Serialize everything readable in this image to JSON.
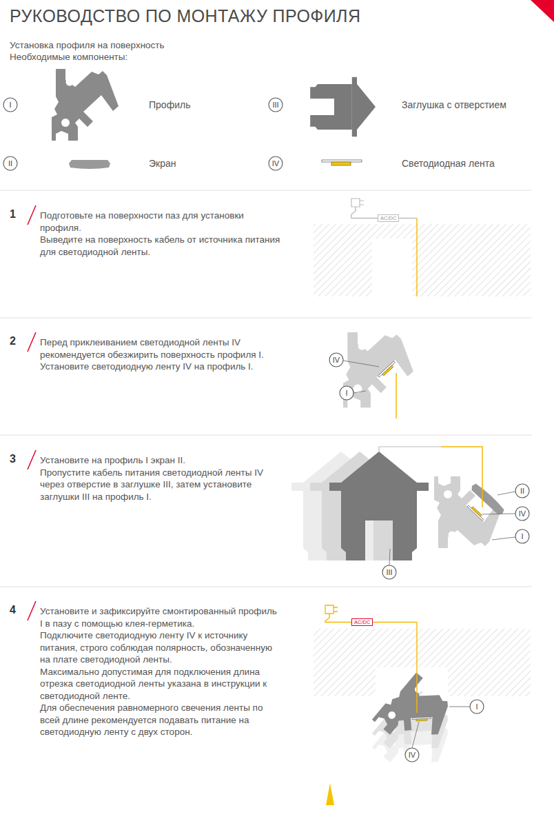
{
  "diagram": {
    "title": "РУКОВОДСТВО ПО МОНТАЖУ ПРОФИЛЯ",
    "nodes": [
      {
        "text": [
          "AC/DC"
        ]
      },
      {
        "text": [
          "AC/DC"
        ]
      }
    ],
    "labels": [
      "Установка профиля на поверхность",
      "Необходимые компоненты:",
      "I",
      "Профиль",
      "III",
      "Заглушка с отверстием",
      "II",
      "Экран",
      "IV",
      "Светодиодная лента",
      "1",
      "Подготовьте на поверхности паз для установки профиля.",
      "Выведите на поверхность кабель от источника питания для светодиодной ленты.",
      "2",
      "Перед приклеиванием светодиодной ленты IV рекомендуется обезжирить поверхность профиля I. Установите светодиодную ленту IV на профиль I.",
      "IV",
      "I",
      "3",
      "Установите на профиль I экран II.",
      "Пропустите кабель питания светодиодной ленты IV через отверстие в заглушке III, затем установите заглушки III на профиль I.",
      "III",
      "II",
      "IV",
      "I",
      "4",
      "Установите и зафиксируйте смонтированный профиль I в пазу с помощью клея-герметика.",
      "Подключите светодиодную ленту IV к источнику питания, строго соблюдая полярность, обозначенную на плате светодиодной ленты.",
      "Максимально допустимая для подключения длина отрезка светодиодной ленты указана в инструкции к светодиодной ленте.",
      "Для обеспечения равномерного свечения ленты по всей длине рекомендуется подавать питание на светодиодную ленту с двух сторон.",
      "I",
      "IV"
    ]
  }
}
